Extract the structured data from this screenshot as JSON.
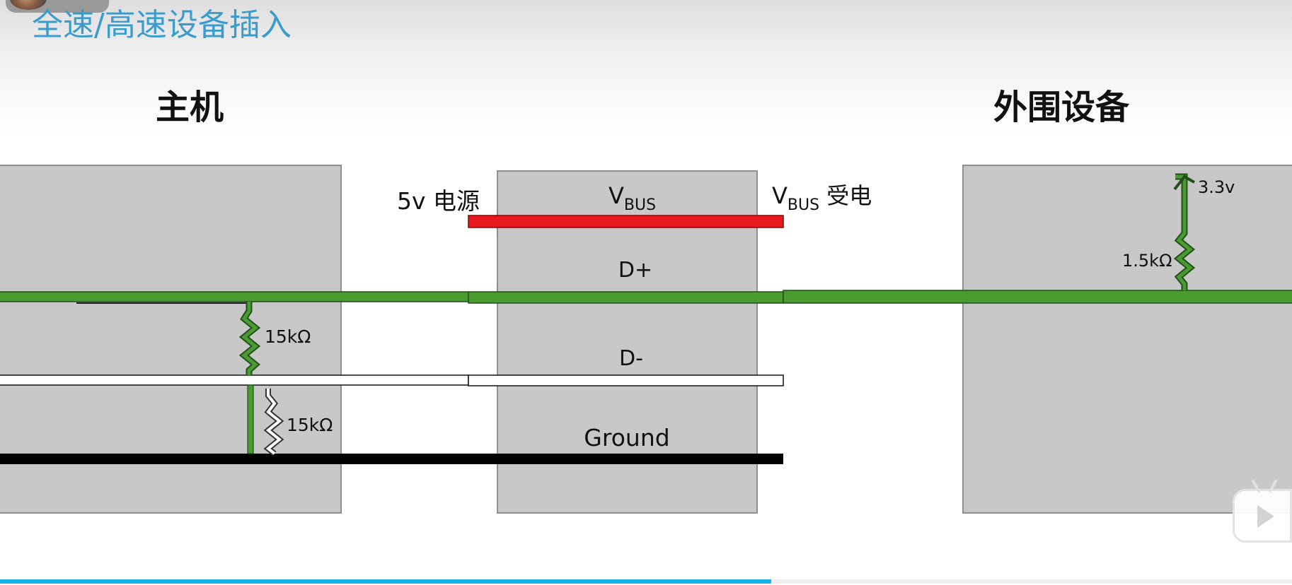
{
  "slide": {
    "title": "全速/高速设备插入"
  },
  "diagram": {
    "host_label": "主机",
    "device_label": "外围设备",
    "supply_label": "5v 电源",
    "vbus_main": "V",
    "vbus_sub": "BUS",
    "vbus_right_main": "V",
    "vbus_right_sub": "BUS",
    "vbus_right_suffix": " 受电",
    "dplus_label": "D+",
    "dminus_label": "D-",
    "ground_label": "Ground",
    "pullup_voltage": "3.3v",
    "pullup_resistor": "1.5kΩ",
    "pulldown_dplus": "15kΩ",
    "pulldown_dminus": "15kΩ",
    "colors": {
      "vbus": "#e8191d",
      "dplus": "#4a9a32",
      "dminus": "#ffffff",
      "ground": "#000000",
      "box_fill": "#c8c8c8",
      "title": "#3a9ccc"
    }
  },
  "player": {
    "progress_fraction": 0.597
  },
  "icons": {
    "play": "play-icon",
    "avatar": "user-avatar"
  }
}
